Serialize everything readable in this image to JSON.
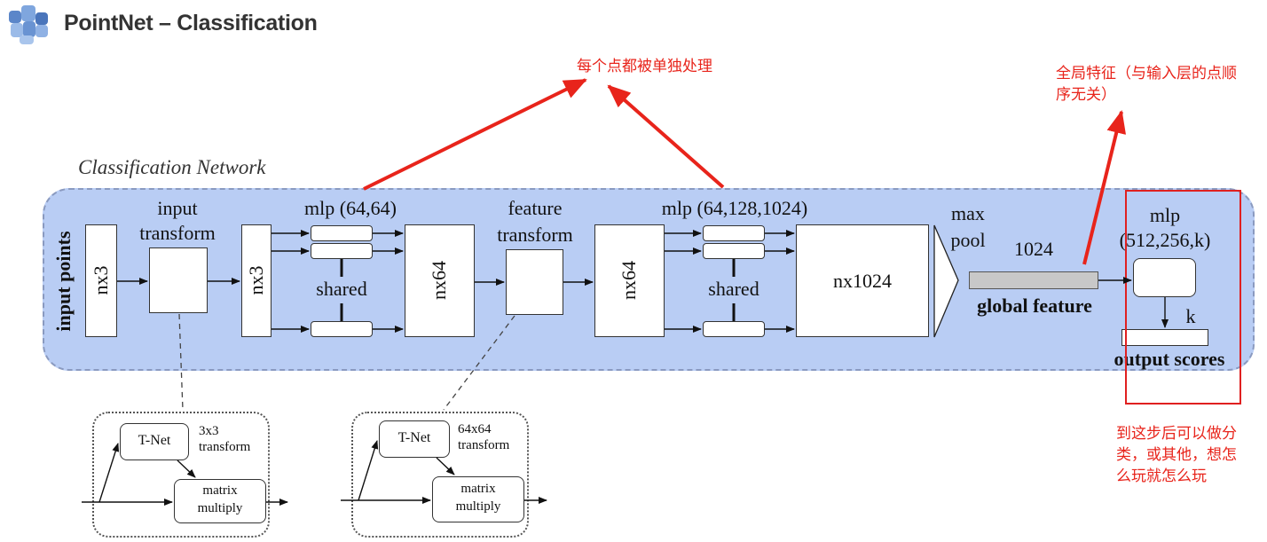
{
  "header": {
    "title": "PointNet – Classification",
    "logo_icon": "pixelated-logo-icon"
  },
  "colors": {
    "annotation": "#e8241b",
    "network_bg": "#b9cdf4",
    "global_feature_bar": "#c8c8c8"
  },
  "annotations": {
    "per_point": "每个点都被单独处理",
    "global_feature_line1": "全局特征（与输入层的点顺",
    "global_feature_line2": "序无关）",
    "classify_line1": "到这步后可以做分",
    "classify_line2": "类，或其他，想怎",
    "classify_line3": "么玩就怎么玩"
  },
  "diagram": {
    "title": "Classification Network",
    "input_points": "input points",
    "nx3_a": "nx3",
    "input_transform_line1": "input",
    "input_transform_line2": "transform",
    "nx3_b": "nx3",
    "mlp1": "mlp (64,64)",
    "shared1": "shared",
    "nx64_a": "nx64",
    "feature_transform_line1": "feature",
    "feature_transform_line2": "transform",
    "nx64_b": "nx64",
    "mlp2": "mlp (64,128,1024)",
    "shared2": "shared",
    "nx1024": "nx1024",
    "maxpool_line1": "max",
    "maxpool_line2": "pool",
    "dim_1024": "1024",
    "global_feature": "global feature",
    "mlp3_line1": "mlp",
    "mlp3_line2": "(512,256,k)",
    "k": "k",
    "output_scores": "output scores"
  },
  "tnet_left": {
    "tnet": "T-Net",
    "transform_line1": "3x3",
    "transform_line2": "transform",
    "multiply_line1": "matrix",
    "multiply_line2": "multiply"
  },
  "tnet_right": {
    "tnet": "T-Net",
    "transform_line1": "64x64",
    "transform_line2": "transform",
    "multiply_line1": "matrix",
    "multiply_line2": "multiply"
  }
}
